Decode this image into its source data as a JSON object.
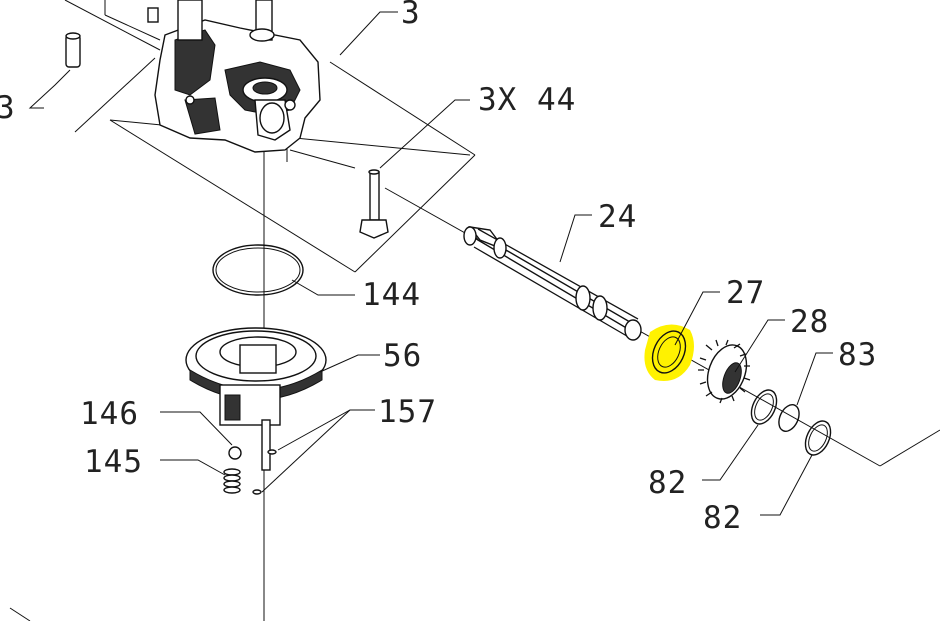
{
  "labels": {
    "l3_top": "3",
    "l3_left": "3",
    "l3x44": "3X  44",
    "l24": "24",
    "l144": "144",
    "l56": "56",
    "l27": "27",
    "l28": "28",
    "l83": "83",
    "l146": "146",
    "l145": "145",
    "l157": "157",
    "l82a": "82",
    "l82b": "82"
  },
  "colors": {
    "highlight": "#fff200",
    "line": "#111111"
  }
}
